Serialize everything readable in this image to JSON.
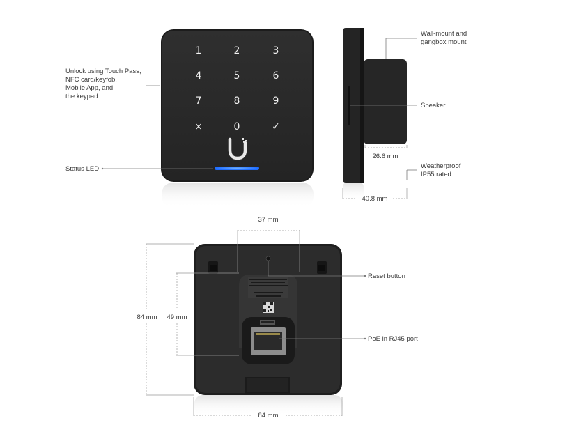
{
  "front": {
    "keypad_keys": [
      "1",
      "2",
      "3",
      "4",
      "5",
      "6",
      "7",
      "8",
      "9",
      "×",
      "0",
      "✓"
    ],
    "logo_icon": "ubiquiti-u-icon",
    "unlock_label_lines": [
      "Unlock using Touch Pass,",
      "NFC card/keyfob,",
      "Mobile App, and",
      "the keypad"
    ],
    "status_led_label": "Status LED",
    "led_color": "#3b8cff"
  },
  "side": {
    "wall_mount_label_lines": [
      "Wall-mount and",
      "gangbox mount"
    ],
    "speaker_label": "Speaker",
    "depth_mount": "26.6 mm",
    "weather_label_lines": [
      "Weatherproof",
      "IP55 rated"
    ],
    "depth_total": "40.8 mm"
  },
  "back": {
    "width_top": "37 mm",
    "height_outer": "84 mm",
    "height_inner": "49 mm",
    "width_bottom": "84 mm",
    "reset_label": "Reset button",
    "poe_label": "PoE in RJ45 port"
  },
  "colors": {
    "body": "#2b2b2b",
    "edge": "#1a1a1a",
    "line": "#7a7a7a"
  }
}
